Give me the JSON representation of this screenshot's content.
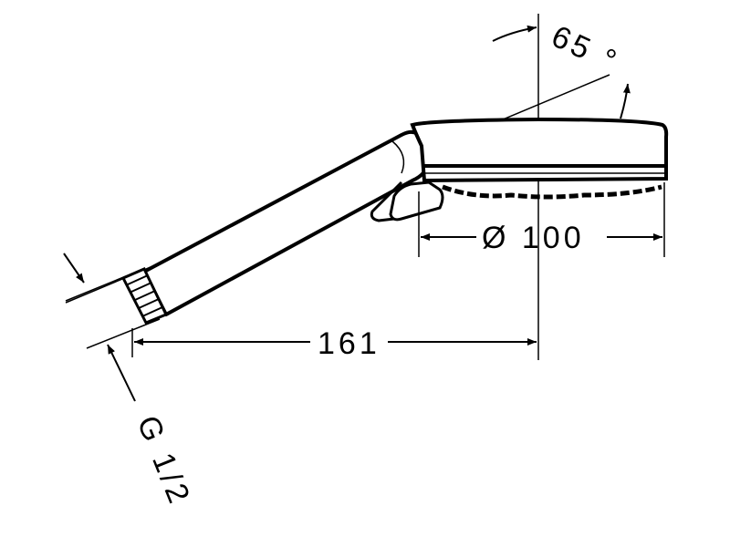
{
  "drawing": {
    "dimensions": {
      "length": "161",
      "head_diameter": "Ø 100",
      "angle": "65 °",
      "thread": "G 1/2"
    },
    "line_color": "#000000",
    "background_color": "#ffffff"
  }
}
